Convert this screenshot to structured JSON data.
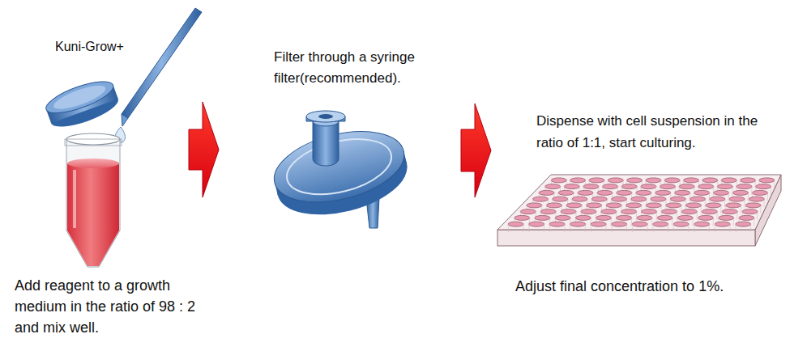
{
  "diagram": {
    "labels": [
      "Kuni-Grow+",
      "Filter through a syringe filter(recommended).",
      "Dispense with cell suspension in the ratio of 1:1, start culturing.",
      "Add reagent to a growth medium in the ratio of 98 : 2 and mix well.",
      "Adjust final concentration to 1%."
    ]
  }
}
